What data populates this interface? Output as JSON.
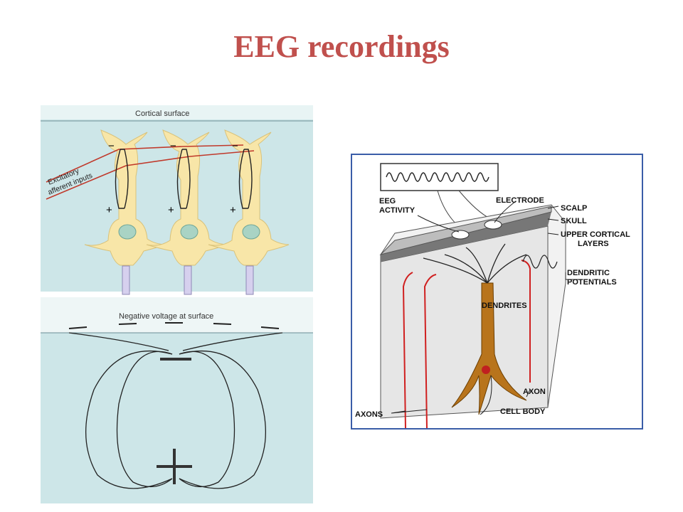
{
  "slide": {
    "title": "EEG recordings",
    "title_color": "#c0504d"
  },
  "left_panel": {
    "top_label": "Cortical surface",
    "input_label_line1": "Excitatory",
    "input_label_line2": "afferent inputs",
    "minus_sign": "−",
    "plus_sign": "+",
    "bottom_label": "Negative voltage at surface",
    "background_color": "#cde6e8",
    "neuron_color": "#f8e6a8",
    "input_fiber_color": "#c0392b"
  },
  "right_panel": {
    "labels": {
      "eeg": [
        "EEG",
        "ACTIVITY"
      ],
      "electrode": "ELECTRODE",
      "scalp": "SCALP",
      "skull": "SKULL",
      "upper_cortical": [
        "UPPER CORTICAL",
        "LAYERS"
      ],
      "dendritic": [
        "DENDRITIC",
        "POTENTIALS"
      ],
      "dendrites": "DENDRITES",
      "axon": "AXON",
      "cell_body": "CELL BODY",
      "axons": "AXONS"
    },
    "frame_color": "#3a5da8",
    "neuron_color": "#b8741c",
    "axon_color": "#d02020"
  }
}
